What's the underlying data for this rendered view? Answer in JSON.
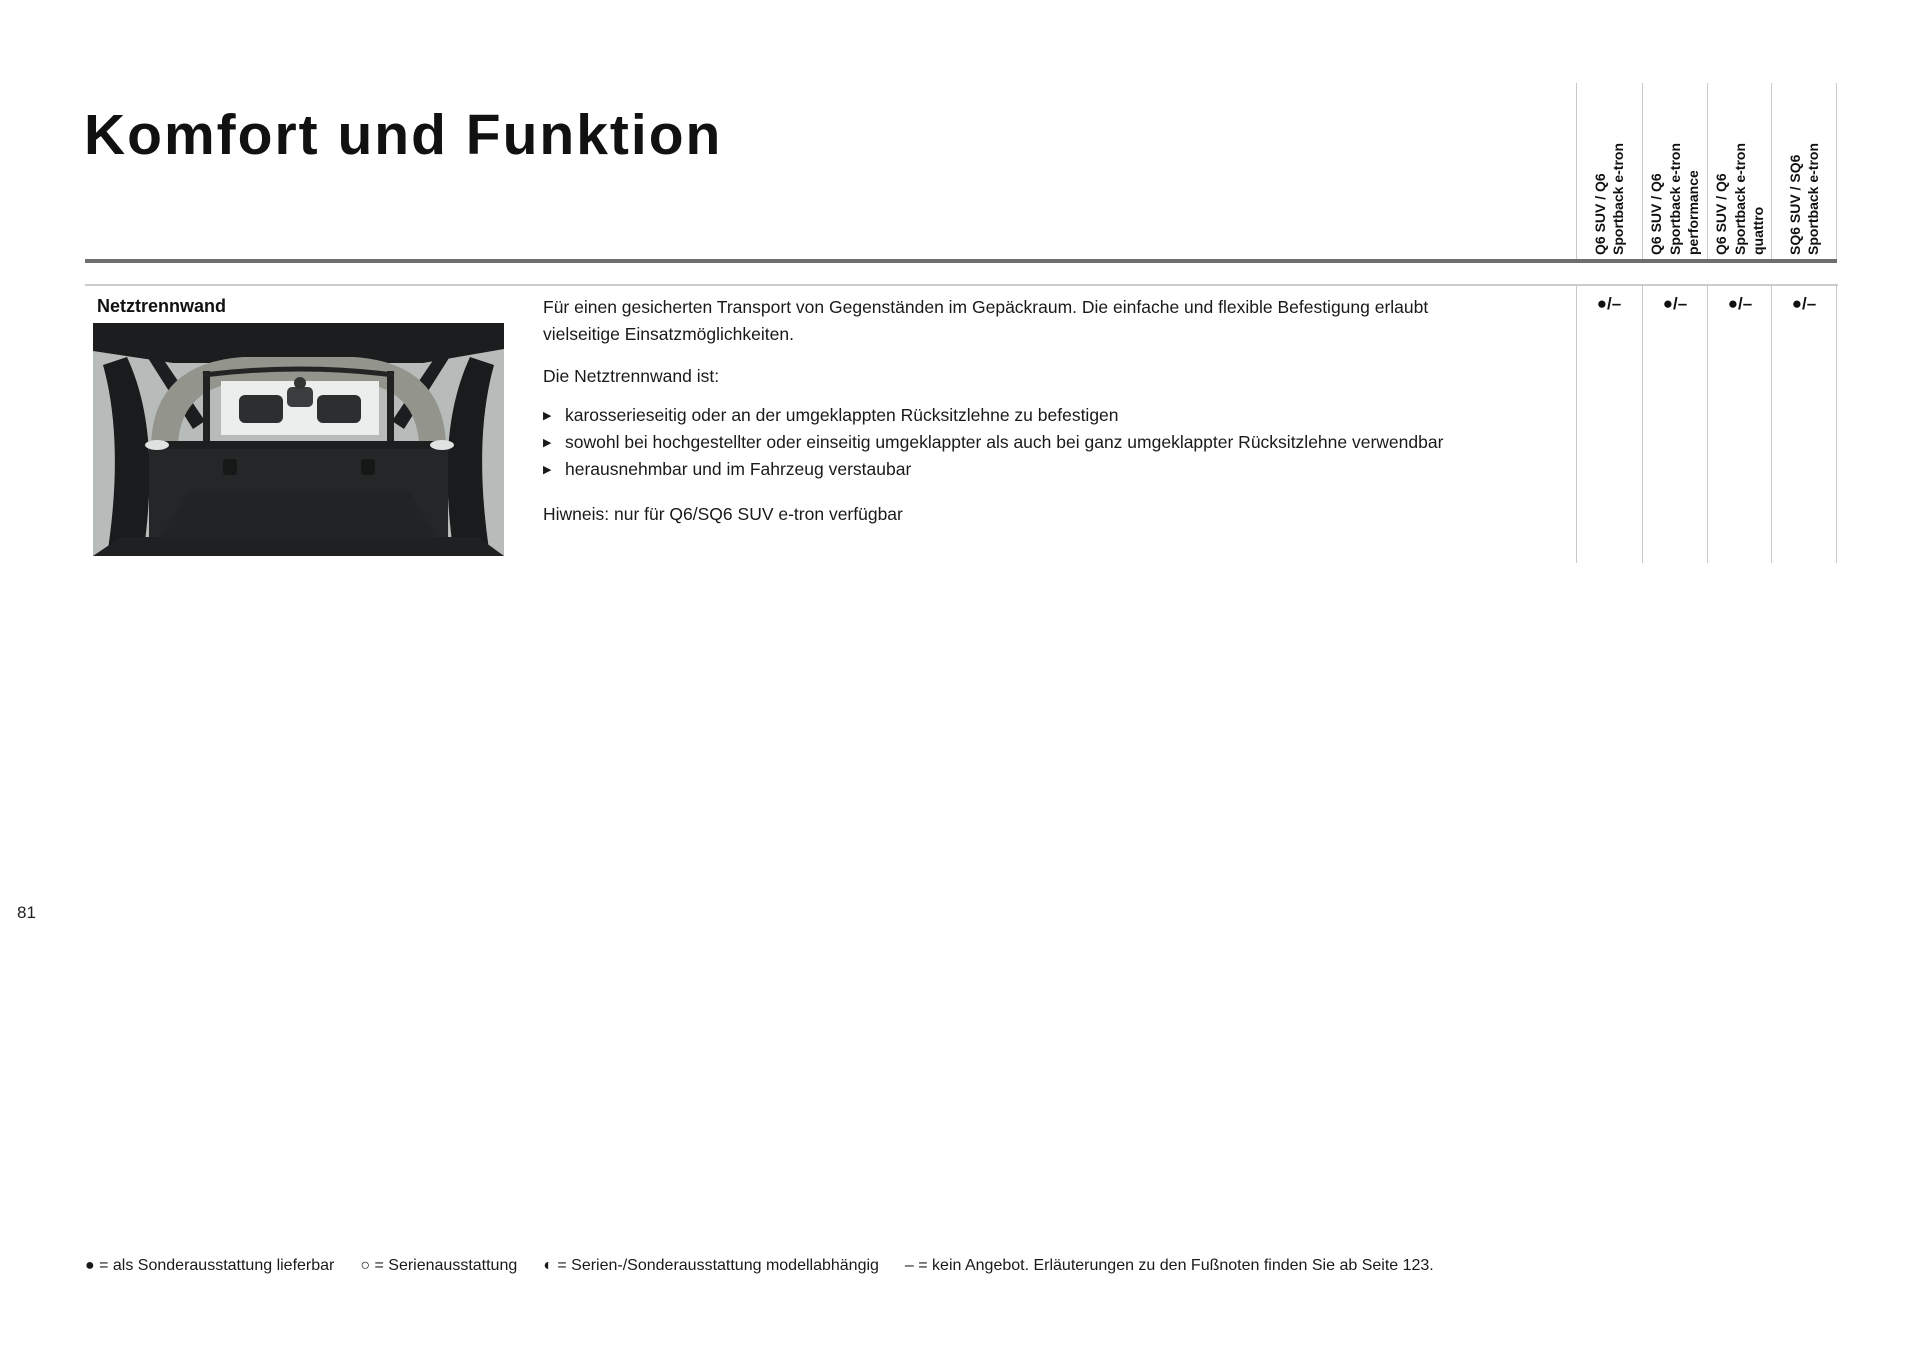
{
  "page": {
    "title": "Komfort und Funktion",
    "page_number": "81"
  },
  "columns": [
    {
      "label": "Q6 SUV / Q6\nSportback e-tron"
    },
    {
      "label": "Q6 SUV / Q6\nSportback e-tron\nperformance"
    },
    {
      "label": "Q6 SUV / Q6\nSportback e-tron\nquattro"
    },
    {
      "label": "SQ6 SUV / SQ6\nSportback e-tron"
    }
  ],
  "row": {
    "feature": "Netztrennwand",
    "bullet_marker": "▶",
    "description_p1": "Für einen gesicherten Transport von Gegenständen im Gepäckraum. Die einfache und flexible Befestigung erlaubt vielseitige Einsatzmöglichkeiten.",
    "description_p2": "Die Netztrennwand ist:",
    "bullets": [
      "karosserieseitig oder an der umgeklappten Rücksitzlehne zu befestigen",
      "sowohl bei hochgestellter oder einseitig umgeklappter als auch bei ganz umgeklappter Rücksitzlehne verwendbar",
      "herausnehmbar und im Fahrzeug verstaubar"
    ],
    "note": "Hiwneis: nur für Q6/SQ6 SUV e-tron verfügbar",
    "values": [
      "●/–",
      "●/–",
      "●/–",
      "●/–"
    ]
  },
  "legend": {
    "items": [
      "● = als Sonderausstattung lieferbar",
      "○ = Serienausstattung",
      "◐ = Serien-/Sonderausstattung modellabhängig",
      "– = kein Angebot. Erläuterungen zu den Fußnoten finden Sie ab Seite 123."
    ]
  },
  "colors": {
    "rule_thick": "#6f6f6f",
    "rule_thin": "#cbcbcb",
    "text": "#1a1a1a"
  }
}
